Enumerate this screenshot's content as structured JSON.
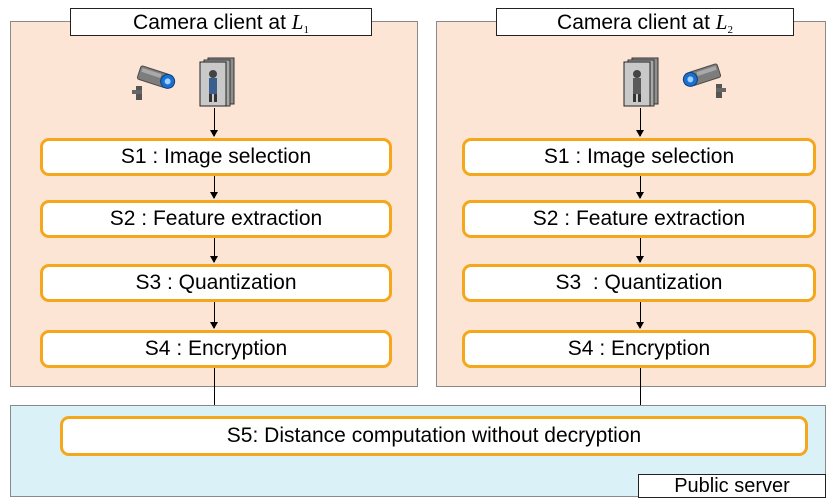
{
  "clients": [
    {
      "title_prefix": "Camera client at ",
      "title_var": "L",
      "title_sub": "1",
      "steps": [
        "S1 : Image selection",
        "S2 : Feature extraction",
        "S3 : Quantization",
        "S4 : Encryption"
      ]
    },
    {
      "title_prefix": "Camera client at ",
      "title_var": "L",
      "title_sub": "2",
      "steps": [
        "S1 : Image selection",
        "S2 : Feature extraction",
        "S3  : Quantization",
        "S4 : Encryption"
      ]
    }
  ],
  "server": {
    "step": "S5: Distance computation without decryption",
    "label": "Public server"
  },
  "colors": {
    "client_fill": "#fce5d5",
    "server_fill": "#dbf1f8",
    "step_border": "#f5a71c"
  },
  "icons": [
    "security-camera-icon",
    "image-stack-icon"
  ]
}
